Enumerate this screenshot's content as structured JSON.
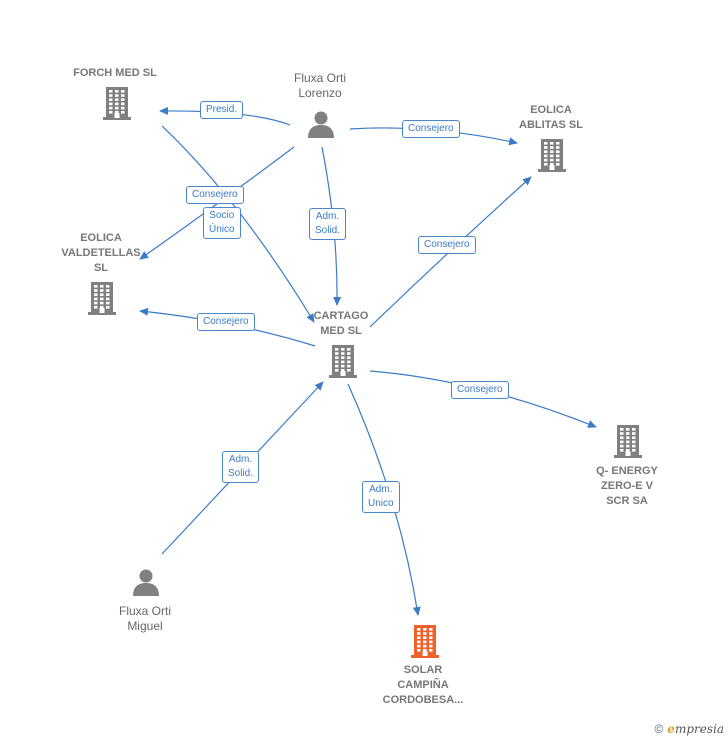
{
  "nodes": {
    "forch": {
      "label_lines": [
        "FORCH MED SL"
      ],
      "kind": "company"
    },
    "fluxa_lorenzo": {
      "label_lines": [
        "Fluxa Orti",
        "Lorenzo"
      ],
      "kind": "person"
    },
    "eolica_ablitas": {
      "label_lines": [
        "EOLICA",
        "ABLITAS  SL"
      ],
      "kind": "company"
    },
    "eolica_valdetellas": {
      "label_lines": [
        "EOLICA",
        "VALDETELLAS",
        "SL"
      ],
      "kind": "company"
    },
    "cartago": {
      "label_lines": [
        "CARTAGO",
        "MED SL"
      ],
      "kind": "company"
    },
    "qenergy": {
      "label_lines": [
        "Q- ENERGY",
        "ZERO-E V",
        "SCR SA"
      ],
      "kind": "company"
    },
    "fluxa_miguel": {
      "label_lines": [
        "Fluxa Orti",
        "Miguel"
      ],
      "kind": "person"
    },
    "solar": {
      "label_lines": [
        "SOLAR",
        "CAMPIÑA",
        "CORDOBESA..."
      ],
      "kind": "focus"
    }
  },
  "edges": {
    "presid": {
      "label_lines": [
        "Presid."
      ]
    },
    "consejero_ablitas": {
      "label_lines": [
        "Consejero"
      ]
    },
    "consejero_forch": {
      "label_lines": [
        "Consejero"
      ]
    },
    "socio_unico": {
      "label_lines": [
        "Socio",
        "Único"
      ]
    },
    "adm_solid_lorenzo": {
      "label_lines": [
        "Adm.",
        "Solid."
      ]
    },
    "consejero_cartago_ablitas": {
      "label_lines": [
        "Consejero"
      ]
    },
    "consejero_valdetellas": {
      "label_lines": [
        "Consejero"
      ]
    },
    "consejero_qenergy": {
      "label_lines": [
        "Consejero"
      ]
    },
    "adm_solid_miguel": {
      "label_lines": [
        "Adm.",
        "Solid."
      ]
    },
    "adm_unico": {
      "label_lines": [
        "Adm.",
        "Unico"
      ]
    }
  },
  "colors": {
    "edge": "#3a7bc8",
    "company_icon": "#808080",
    "focus_icon": "#f0602a",
    "person_icon": "#808080"
  },
  "footer": {
    "copyright_symbol": "©",
    "brand_initial": "e",
    "brand_rest": "mpresia"
  }
}
